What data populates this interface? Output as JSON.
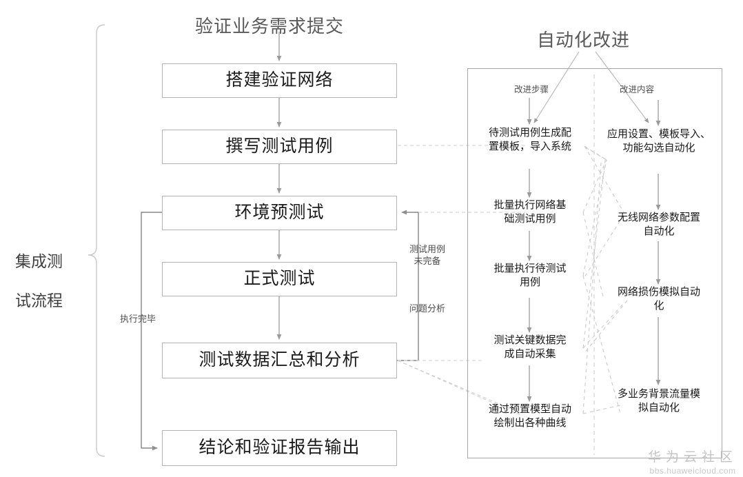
{
  "diagram": {
    "entry_title": "验证业务需求提交",
    "right_title": "自动化改进",
    "group_label": "集成测试\n试流程",
    "group_label_line1": "集成测",
    "group_label_line2": "试流程"
  },
  "flow": {
    "boxes": [
      {
        "id": "build-network",
        "label": "搭建验证网络"
      },
      {
        "id": "write-cases",
        "label": "撰写测试用例"
      },
      {
        "id": "pre-test",
        "label": "环境预测试"
      },
      {
        "id": "formal-test",
        "label": "正式测试"
      },
      {
        "id": "data-analysis",
        "label": "测试数据汇总和分析"
      },
      {
        "id": "report-output",
        "label": "结论和验证报告输出"
      }
    ],
    "edge_labels": {
      "left_loop": "执行完毕",
      "right_loop_top": "测试用例\n未完备",
      "right_loop_bottom": "问题分析"
    }
  },
  "panel": {
    "column_headers": [
      "改进步骤",
      "改进内容"
    ],
    "steps": [
      {
        "id": "step-1",
        "label": "待测试用例生成配\n置模板，导入系统"
      },
      {
        "id": "step-2",
        "label": "批量执行网络基\n础测试用例"
      },
      {
        "id": "step-3",
        "label": "批量执行待测试\n用例"
      },
      {
        "id": "step-4",
        "label": "测试关键数据完\n成自动采集"
      },
      {
        "id": "step-5",
        "label": "通过预置模型自动\n绘制出各种曲线"
      }
    ],
    "contents": [
      {
        "id": "content-1",
        "label": "应用设置、模板导入、\n功能勾选自动化"
      },
      {
        "id": "content-2",
        "label": "无线网络参数配置\n自动化"
      },
      {
        "id": "content-3",
        "label": "网络损伤模拟自动\n化"
      },
      {
        "id": "content-4",
        "label": "多业务背景流量模\n拟自动化"
      }
    ]
  },
  "watermark": {
    "brand": "华为云社区",
    "url": "bbs.huaweicloud.com"
  },
  "colors": {
    "box_border": "#b3b3b3",
    "arrow": "#999999",
    "text": "#1a1a1a",
    "muted_text": "#595959",
    "panel_border": "#a6a6a6",
    "dashed": "#cccccc"
  }
}
